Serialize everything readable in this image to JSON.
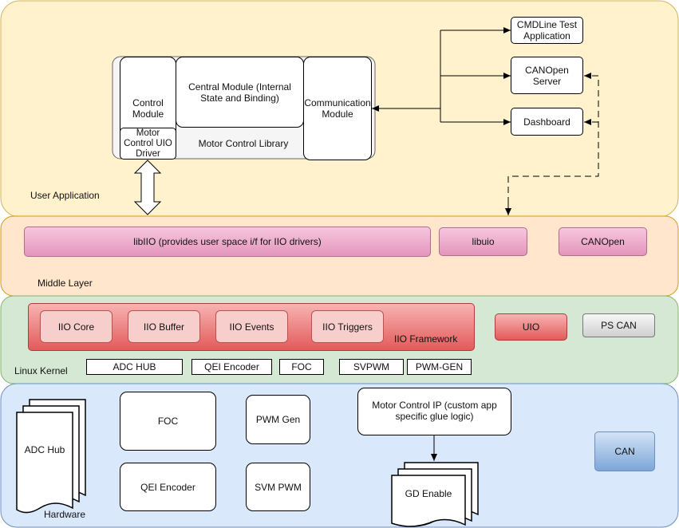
{
  "layers": {
    "user_application": "User Application",
    "middle_layer": "Middle Layer",
    "linux_kernel": "Linux Kernel",
    "hardware": "Hardware"
  },
  "user_app": {
    "control_module": "Control Module",
    "central_module": "Central Module (Internal State and Binding)",
    "communication_module": "Communication Module",
    "motor_control_uio_driver": "Motor Control UIO Driver",
    "motor_control_library": "Motor Control Library",
    "cmdline_test_app": "CMDLine Test Application",
    "canopen_server": "CANOpen Server",
    "dashboard": "Dashboard"
  },
  "middle": {
    "libiio": "libIIO (provides user space i/f for IIO drivers)",
    "libuio": "libuio",
    "canopen": "CANOpen"
  },
  "kernel": {
    "iio_core": "IIO Core",
    "iio_buffer": "IIO Buffer",
    "iio_events": "IIO Events",
    "iio_triggers": "IIO Triggers",
    "iio_framework": "IIO Framework",
    "uio": "UIO",
    "ps_can": "PS CAN",
    "drivers": [
      "ADC HUB",
      "QEI Encoder",
      "FOC",
      "SVPWM",
      "PWM-GEN"
    ]
  },
  "hardware": {
    "adc_hub": "ADC Hub",
    "foc": "FOC",
    "pwm_gen": "PWM Gen",
    "motor_control_ip": "Motor Control IP (custom app specific glue logic)",
    "can": "CAN",
    "qei_encoder": "QEI Encoder",
    "svm_pwm": "SVM PWM",
    "gd_enable": "GD Enable"
  },
  "colors": {
    "user_app_bg": "#fff2cc",
    "user_app_border": "#d6b656",
    "middle_bg": "#ffe6cc",
    "middle_border": "#d79b00",
    "kernel_bg": "#d5e8d4",
    "kernel_border": "#82b366",
    "hardware_bg": "#dae8fc",
    "hardware_border": "#6c8ebf"
  }
}
